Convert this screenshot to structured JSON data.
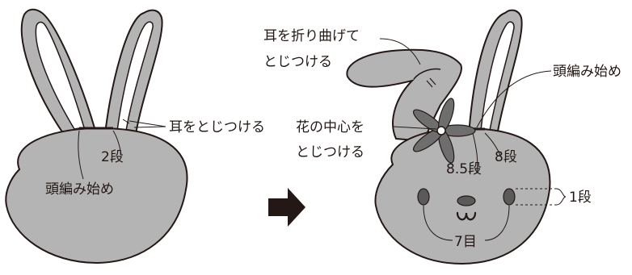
{
  "labels": {
    "left_ear_attach": "耳をとじつける",
    "left_rows": "2段",
    "left_head_start": "頭編み始め",
    "right_fold_line1": "耳を折り曲げて",
    "right_fold_line2": "とじつける",
    "right_head_start": "頭編み始め",
    "flower_line1": "花の中心を",
    "flower_line2": "とじつける",
    "rows_8_5": "8.5段",
    "rows_8": "8段",
    "rows_1": "1段",
    "stitches_7": "7目"
  },
  "colors": {
    "body_fill": "#b4b4b4",
    "outline": "#231815",
    "inner_ear": "#ffffff",
    "feature_fill": "#5a5a5a",
    "flower_fill": "#6e6e6e"
  },
  "icons": {
    "arrow": "right-arrow-icon"
  }
}
